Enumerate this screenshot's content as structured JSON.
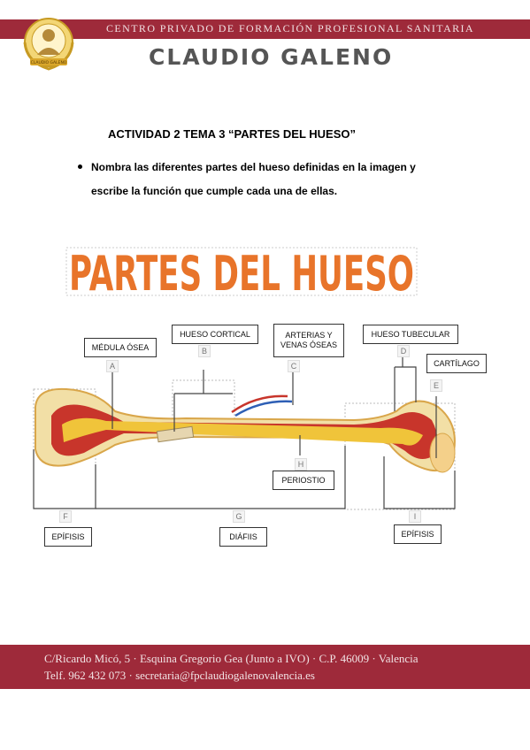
{
  "header": {
    "band_text": "CENTRO PRIVADO DE FORMACIÓN PROFESIONAL SANITARIA",
    "brand": "CLAUDIO GALENO",
    "logo_text": "CLAUDIO GALENO"
  },
  "content": {
    "title": "ACTIVIDAD 2 TEMA 3 “PARTES DEL HUESO”",
    "instruction_line1": "Nombra las diferentes partes del hueso definidas en la imagen y",
    "instruction_line2": "escribe la función que cumple cada una de ellas."
  },
  "figure": {
    "title": "PARTES DEL HUESO",
    "labels": {
      "a": "MÉDULA ÓSEA",
      "b": "HUESO CORTICAL",
      "c1": "ARTERIAS Y",
      "c2": "VENAS ÓSEAS",
      "d": "HUESO TUBECULAR",
      "e": "CARTÍLAGO",
      "h": "PERIOSTIO",
      "f": "EPÍFISIS",
      "g": "DIÁFIIS",
      "i": "EPÍFISIS"
    },
    "letters": [
      "A",
      "B",
      "C",
      "D",
      "E",
      "F",
      "G",
      "H",
      "I"
    ]
  },
  "footer": {
    "line1": "C/Ricardo Micó, 5 · Esquina Gregorio Gea (Junto a IVO) · C.P. 46009 · Valencia",
    "line2": "Telf. 962 432 073 · secretaria@fpclaudiogalenovalencia.es"
  },
  "colors": {
    "brand_red": "#9e2a3a",
    "title_orange": "#e8742a",
    "bone_cream": "#f2dfa6",
    "marrow_red": "#c8352b",
    "marrow_yellow": "#f0c43a"
  }
}
